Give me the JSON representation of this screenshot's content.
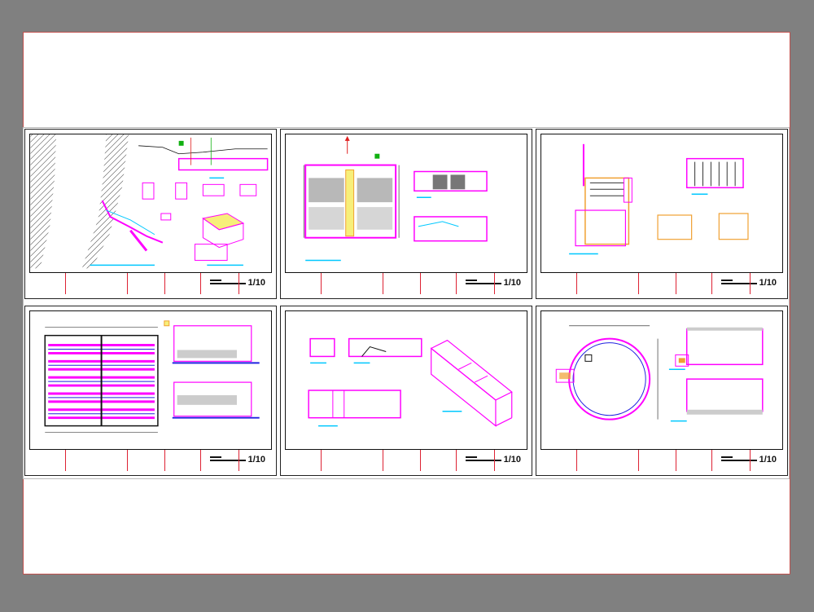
{
  "layout": {
    "background_color": "#808080",
    "paper_color": "#ffffff",
    "paper_border_color": "#c0504d",
    "line_colors": {
      "magenta": "#ff00ff",
      "cyan": "#00c8ff",
      "orange": "#f0a030",
      "red": "#e02020",
      "blue": "#2020e0",
      "green": "#10b010",
      "black": "#111111",
      "gray": "#7a7a7a"
    }
  },
  "sheets": [
    {
      "scale": "1/10",
      "content": "site-plan-with-details"
    },
    {
      "scale": "1/10",
      "content": "filter-plan-and-sections"
    },
    {
      "scale": "1/10",
      "content": "tank-plan-and-sections"
    },
    {
      "scale": "1/10",
      "content": "underdrain-plan-and-sections"
    },
    {
      "scale": "1/10",
      "content": "channel-sections-and-isometric"
    },
    {
      "scale": "1/10",
      "content": "circular-tank-plan-and-sections"
    }
  ]
}
